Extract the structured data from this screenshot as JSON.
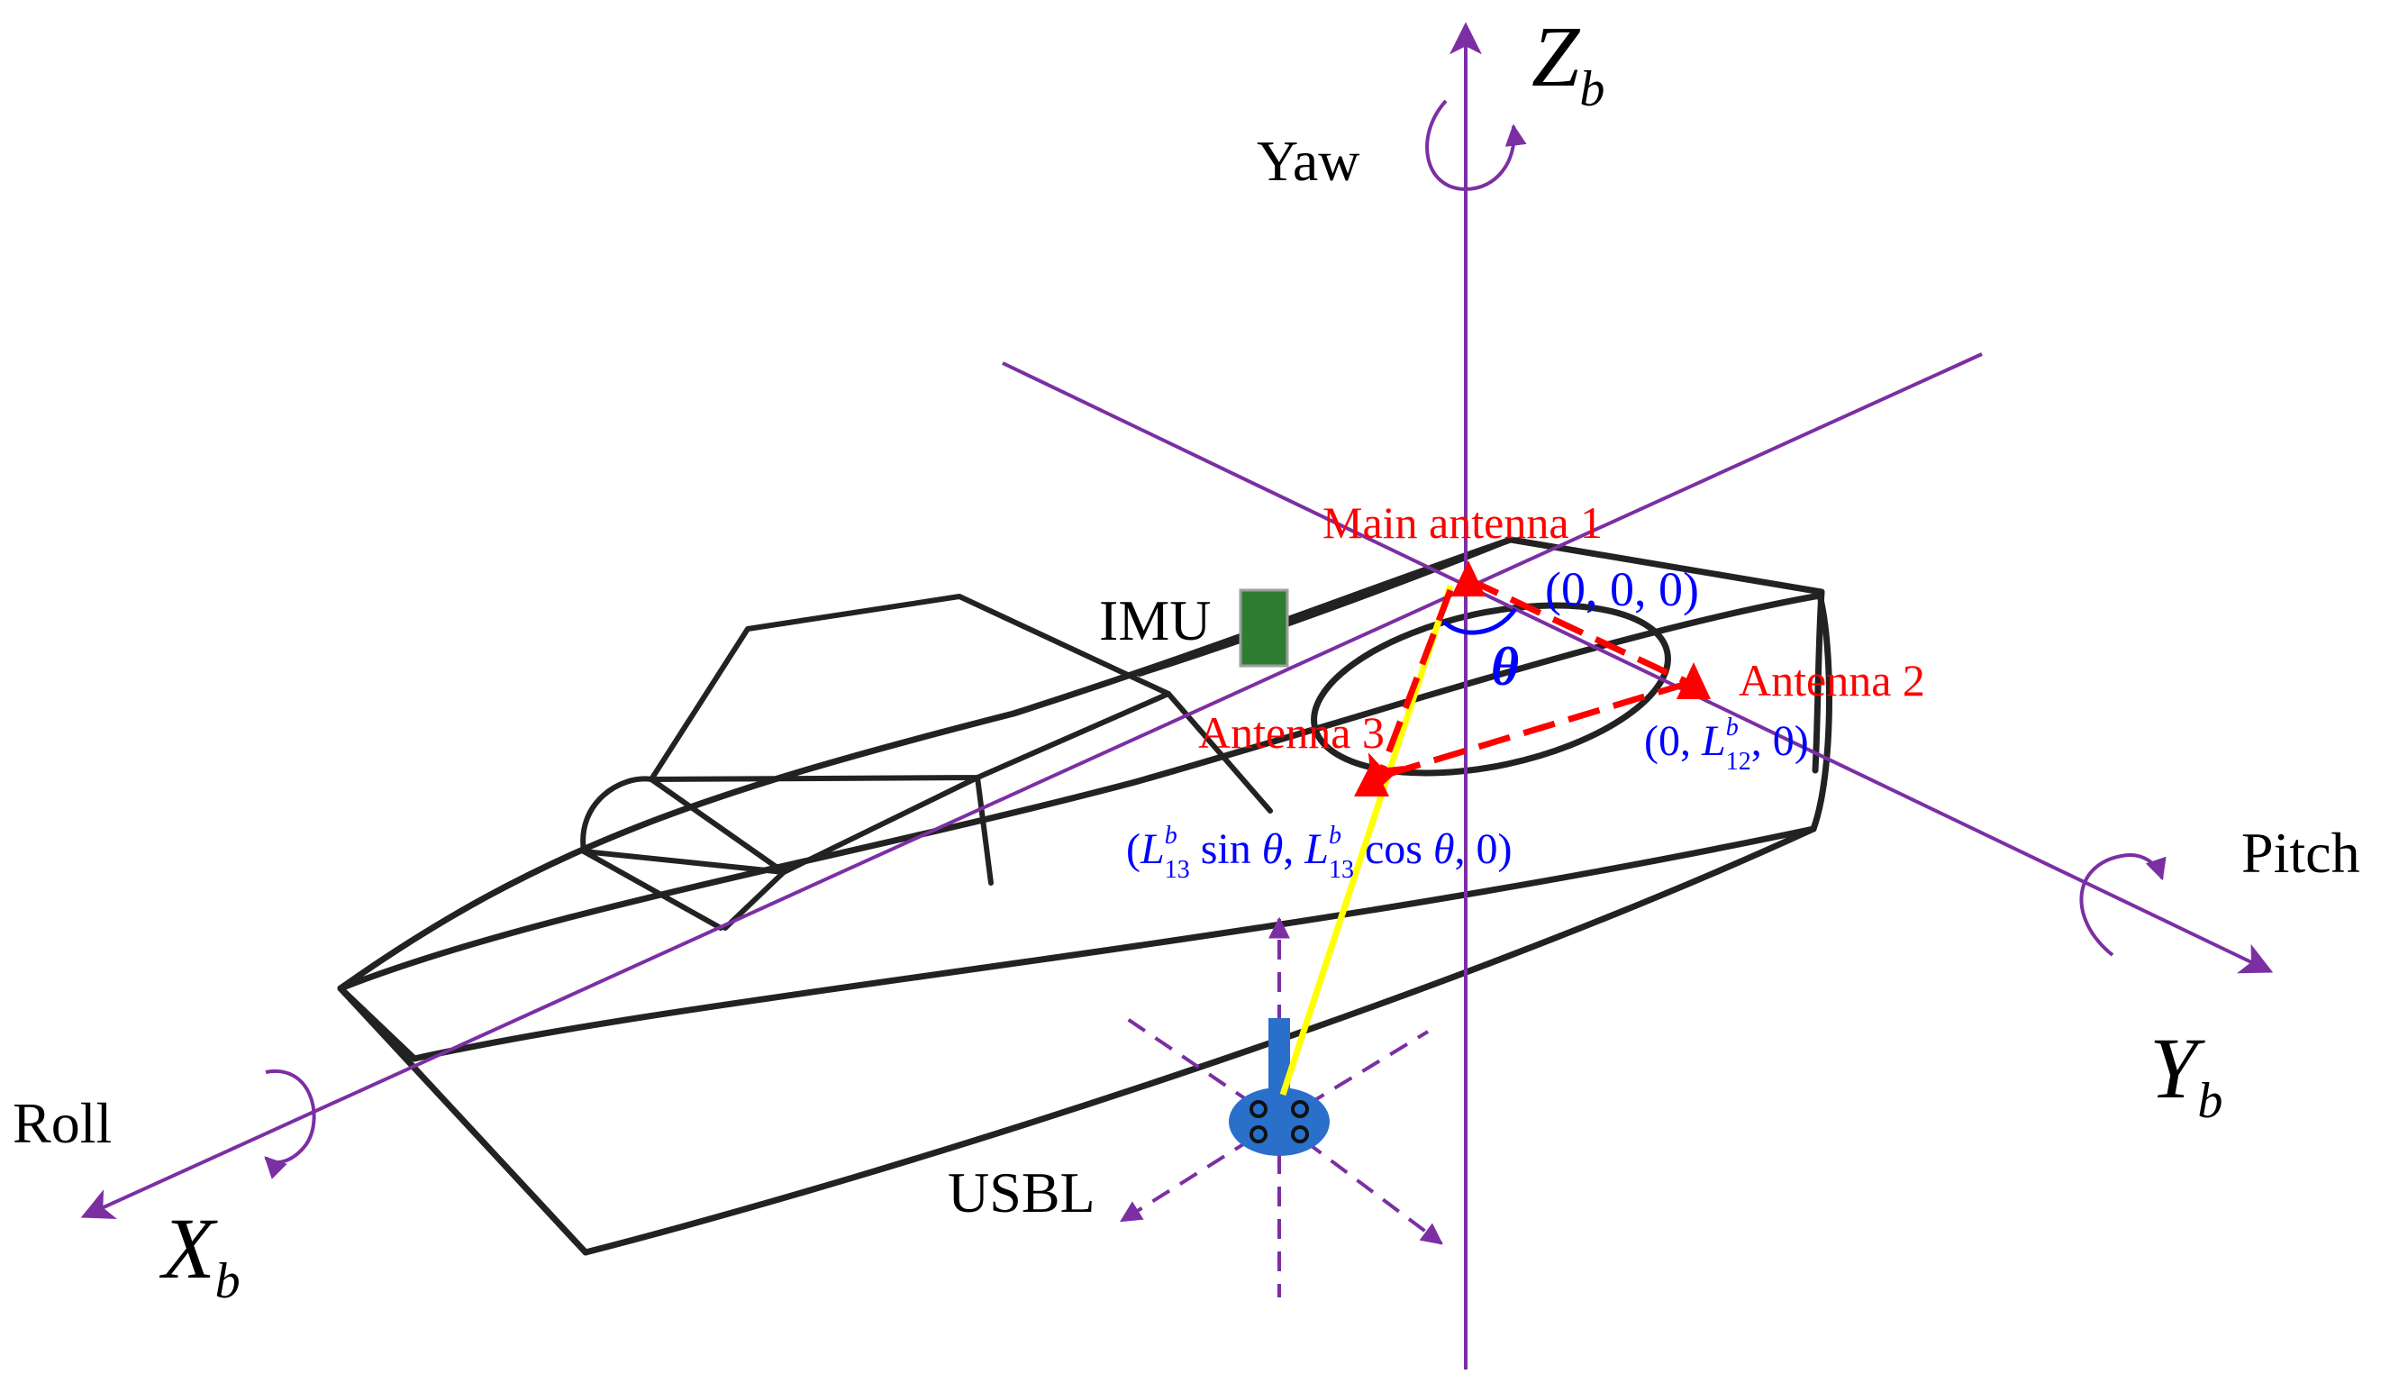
{
  "axes": {
    "z": {
      "letter": "Z",
      "sub": "b"
    },
    "y": {
      "letter": "Y",
      "sub": "b"
    },
    "x": {
      "letter": "X",
      "sub": "b"
    }
  },
  "rotations": {
    "yaw": "Yaw",
    "pitch": "Pitch",
    "roll": "Roll"
  },
  "labels": {
    "main_antenna": "Main antenna 1",
    "antenna2": "Antenna 2",
    "antenna3": "Antenna 3",
    "imu": "IMU",
    "usbl": "USBL",
    "theta": "θ"
  },
  "coords": {
    "main": "(0, 0, 0)",
    "antenna2": {
      "open": "(0, ",
      "L": "L",
      "sup": "b",
      "sub": "12",
      "close": ", 0)"
    },
    "antenna3": {
      "open": "(",
      "L": "L",
      "sup": "b",
      "sub": "13",
      "mid1": " sin ",
      "theta1": "θ",
      "comma": ", ",
      "L2": "L",
      "sup2": "b",
      "sub2": "13",
      "mid2": " cos ",
      "theta2": "θ",
      "close": ", 0)"
    }
  },
  "colors": {
    "axis": "#7b2fa3",
    "boat": "#222222",
    "antenna": "#ff0000",
    "coord_text": "#0000ff",
    "imu": "#2e7d32",
    "usbl": "#2a6fc9",
    "beam": "#ffff00"
  }
}
